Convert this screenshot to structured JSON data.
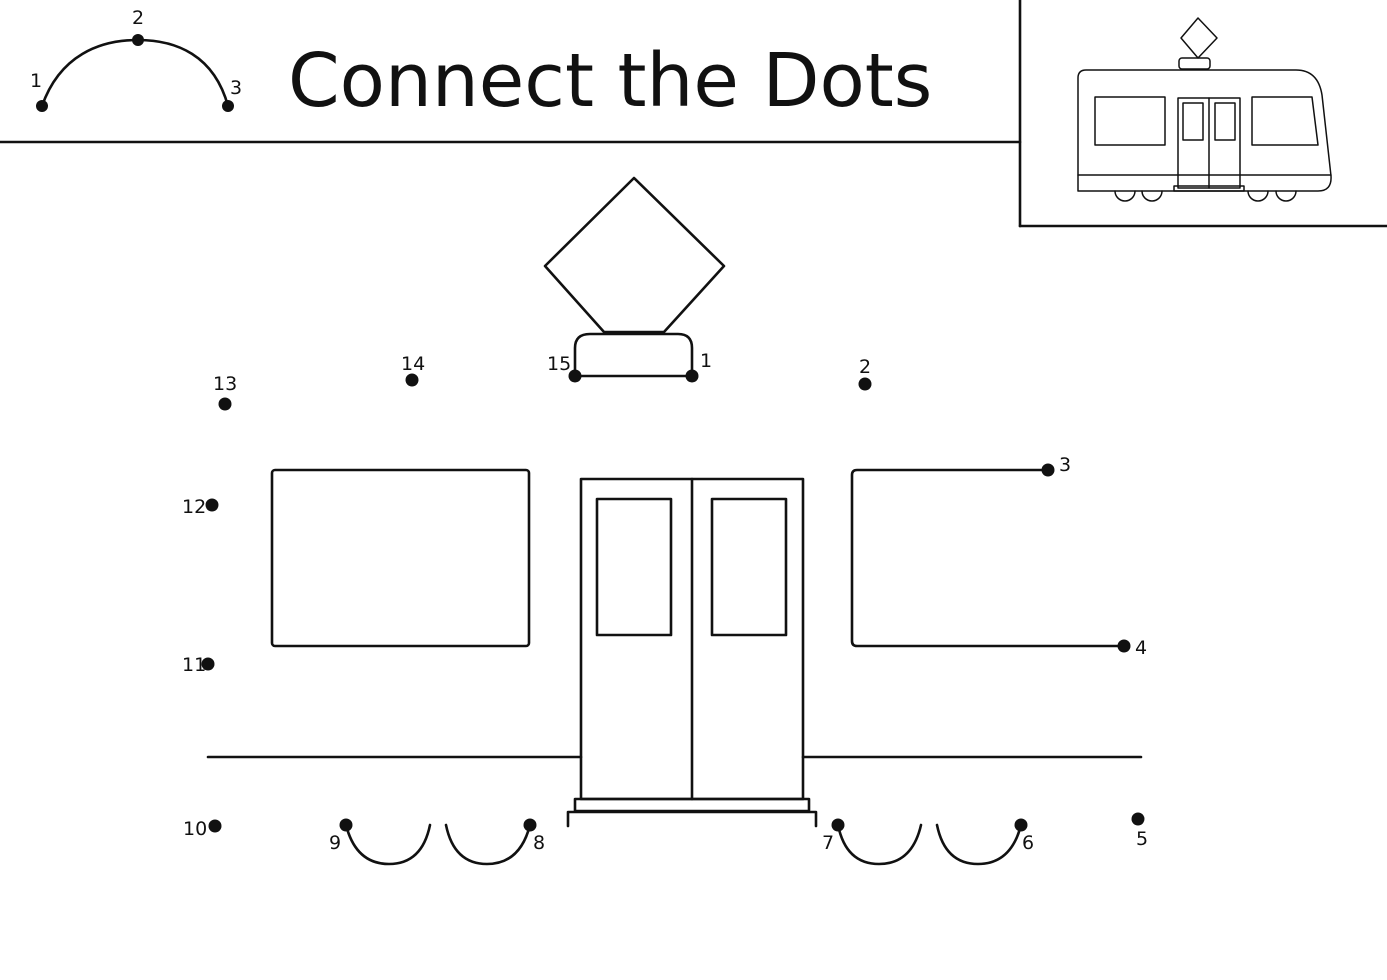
{
  "title": "Connect the Dots",
  "example": {
    "labels": [
      "1",
      "2",
      "3"
    ]
  },
  "dots": [
    {
      "label": "1"
    },
    {
      "label": "2"
    },
    {
      "label": "3"
    },
    {
      "label": "4"
    },
    {
      "label": "5"
    },
    {
      "label": "6"
    },
    {
      "label": "7"
    },
    {
      "label": "8"
    },
    {
      "label": "9"
    },
    {
      "label": "10"
    },
    {
      "label": "11"
    },
    {
      "label": "12"
    },
    {
      "label": "13"
    },
    {
      "label": "14"
    },
    {
      "label": "15"
    }
  ],
  "colors": {
    "ink": "#111111",
    "paper": "#ffffff"
  }
}
